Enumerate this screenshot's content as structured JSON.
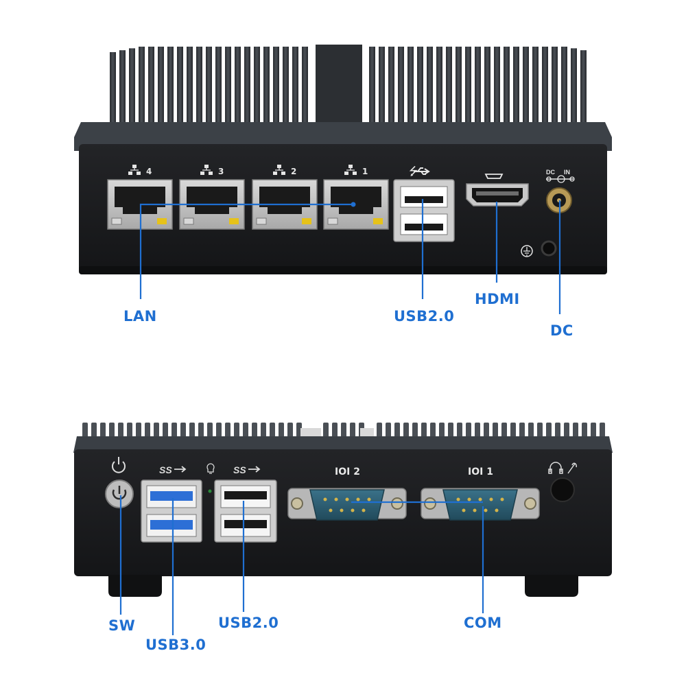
{
  "front_panel": {
    "lan_port_numbers": [
      "4",
      "3",
      "2",
      "1"
    ],
    "dc_label_top": "DC",
    "dc_label_in": "IN",
    "callouts": {
      "lan": "LAN",
      "usb2": "USB2.0",
      "hdmi": "HDMI",
      "dc": "DC"
    }
  },
  "rear_panel": {
    "usb3_logo": "SS",
    "usb2_logo": "SS",
    "com2_label": "IOI 2",
    "com1_label": "IOI 1",
    "callouts": {
      "sw": "SW",
      "usb3": "USB3.0",
      "usb2": "USB2.0",
      "com": "COM"
    }
  },
  "colors": {
    "callout_blue": "#1f6fd1",
    "chassis_black": "#1b1c1e",
    "heatsink_gray": "#3b3f44",
    "usb3_blue": "#2d6fd6",
    "com_teal": "#2a5a6e",
    "led_yellow": "#e6c21a"
  }
}
